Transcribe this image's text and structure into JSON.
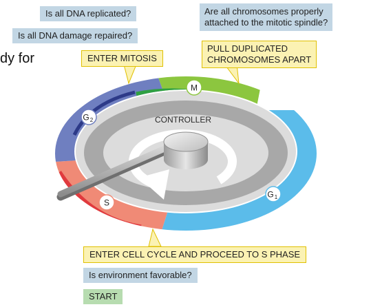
{
  "fragment_text": "dy for",
  "questions": {
    "dna_replicated": "Is all DNA replicated?",
    "dna_damage": "Is all DNA damage repaired?",
    "chromosomes_line1": "Are all chromosomes properly",
    "chromosomes_line2": "attached to the mitotic spindle?",
    "environment": "Is environment favorable?"
  },
  "actions": {
    "enter_mitosis": "ENTER MITOSIS",
    "pull_line1": "PULL DUPLICATED",
    "pull_line2": "CHROMOSOMES APART",
    "enter_cell_cycle": "ENTER CELL CYCLE AND PROCEED TO S PHASE",
    "start": "START"
  },
  "controller": "CONTROLLER",
  "phases": {
    "m": "M",
    "g2_main": "G",
    "g2_sub": "2",
    "g1_main": "G",
    "g1_sub": "1",
    "s": "S"
  },
  "colors": {
    "m_phase": "#8cc63f",
    "g1_phase": "#5bbcea",
    "g2_phase": "#6f7fc0",
    "s_phase": "#f08a76",
    "question_box": "#c2d6e4",
    "action_box": "#fbf2b3",
    "start_box": "#b7dcb0",
    "controller_ring": "#a8a8a8"
  }
}
